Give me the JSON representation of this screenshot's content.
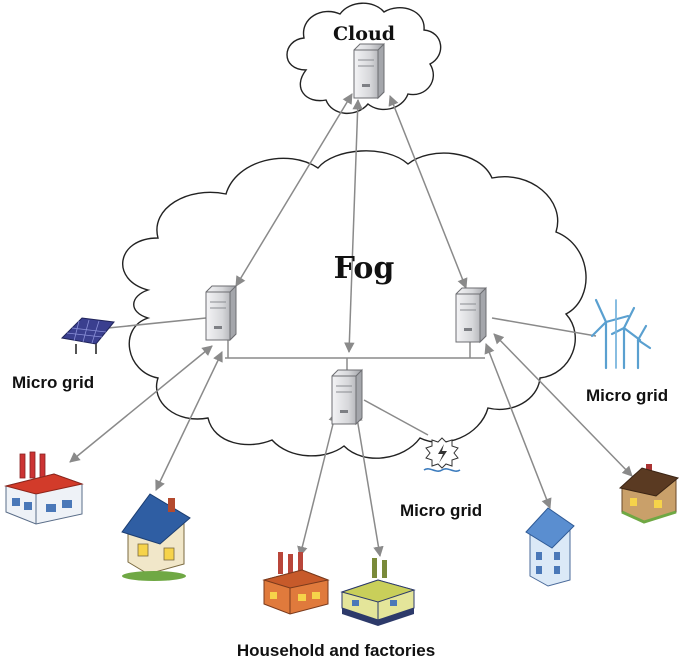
{
  "diagram": {
    "cloud_label": "Cloud",
    "fog_label": "Fog",
    "micro_grid_left_label": "Micro grid",
    "micro_grid_right_label": "Micro grid",
    "micro_grid_center_label": "Micro grid",
    "footer_label": "Household and factories"
  },
  "icons": {
    "server": "server-icon",
    "solar_panel": "solar-panel-icon",
    "wind_turbines": "wind-turbine-icon",
    "power_plant": "power-plant-icon",
    "factory": "factory-icon",
    "house": "house-icon"
  },
  "colors": {
    "connector": "#8a8a8a",
    "cloud_outline": "#222222",
    "server_body": "#d9dadc",
    "roof_red": "#d23b2a",
    "roof_blue": "#2f5ea3",
    "solar_blue": "#3a3f8f",
    "turbine": "#5aa0d0"
  }
}
